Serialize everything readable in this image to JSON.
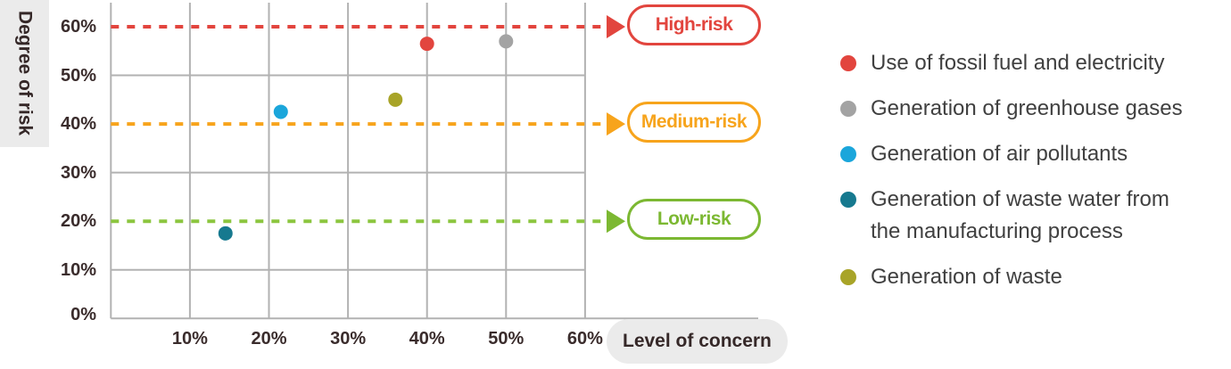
{
  "axes": {
    "y_title": "Degree of risk",
    "x_title": "Level of concern",
    "x_tick_labels": [
      "10%",
      "20%",
      "30%",
      "40%",
      "50%",
      "60%"
    ],
    "y_tick_labels": [
      "0%",
      "10%",
      "20%",
      "30%",
      "40%",
      "50%",
      "60%"
    ]
  },
  "risk_bands": [
    {
      "id": "high",
      "label": "High-risk",
      "y": 60,
      "color": "#e2453e"
    },
    {
      "id": "medium",
      "label": "Medium-risk",
      "y": 40,
      "color": "#f7a41c"
    },
    {
      "id": "low",
      "label": "Low-risk",
      "y": 20,
      "color": "#7cb832",
      "dash_color": "#8cc63f"
    }
  ],
  "chart_data": {
    "type": "scatter",
    "xlabel": "Level of concern",
    "ylabel": "Degree of risk",
    "xlim": [
      0,
      60
    ],
    "ylim": [
      0,
      65
    ],
    "x_ticks": [
      10,
      20,
      30,
      40,
      50,
      60
    ],
    "y_ticks": [
      0,
      10,
      20,
      30,
      40,
      50,
      60
    ],
    "grid": true,
    "legend_position": "right",
    "reference_lines": [
      {
        "label": "High-risk",
        "y": 60,
        "style": "dashed",
        "color": "#e2453e"
      },
      {
        "label": "Medium-risk",
        "y": 40,
        "style": "dashed",
        "color": "#f7a41c"
      },
      {
        "label": "Low-risk",
        "y": 20,
        "style": "dashed",
        "color": "#8cc63f"
      }
    ],
    "series": [
      {
        "name": "Use of fossil fuel and electricity",
        "color": "#e2453e",
        "points": [
          [
            40,
            56.5
          ]
        ]
      },
      {
        "name": "Generation of greenhouse gases",
        "color": "#a3a3a3",
        "points": [
          [
            50,
            57
          ]
        ]
      },
      {
        "name": "Generation of air pollutants",
        "color": "#1ba6db",
        "points": [
          [
            21.5,
            42.5
          ]
        ]
      },
      {
        "name": "Generation of waste water from the manufacturing process",
        "color": "#16798f",
        "points": [
          [
            14.5,
            17.5
          ]
        ]
      },
      {
        "name": "Generation of waste",
        "color": "#a8a428",
        "points": [
          [
            36,
            45
          ]
        ]
      }
    ]
  },
  "legend": {
    "items": [
      {
        "color": "#e2453e",
        "lines": [
          "Use of fossil fuel and electricity"
        ]
      },
      {
        "color": "#a3a3a3",
        "lines": [
          "Generation of greenhouse gases"
        ]
      },
      {
        "color": "#1ba6db",
        "lines": [
          "Generation of air pollutants"
        ]
      },
      {
        "color": "#16798f",
        "lines": [
          "Generation of waste water from",
          "the manufacturing process"
        ]
      },
      {
        "color": "#a8a428",
        "lines": [
          "Generation of waste"
        ]
      }
    ]
  },
  "colors": {
    "grid": "#b2b2b2",
    "label_bg": "#ebebeb",
    "tick_text": "#3a2c2c",
    "legend_text": "#404040"
  }
}
